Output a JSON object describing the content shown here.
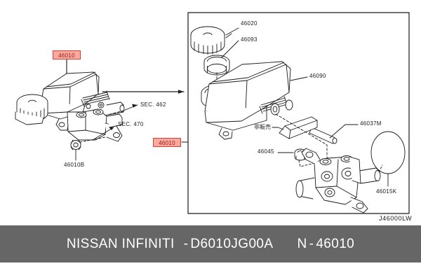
{
  "document": {
    "type": "parts-diagram",
    "drawing_code": "J46000LW",
    "background_color": "#ffffff"
  },
  "left_assembly": {
    "tag_main": "46010",
    "tag_section": "46010",
    "callouts": [
      {
        "id": "sec462",
        "label": "SEC. 462"
      },
      {
        "id": "sec470",
        "label": "SEC. 470"
      },
      {
        "id": "nut",
        "label": "46010B"
      }
    ]
  },
  "right_panel": {
    "callouts": [
      {
        "id": "cap",
        "label": "46020"
      },
      {
        "id": "seal",
        "label": "46093"
      },
      {
        "id": "reservoir",
        "label": "46090"
      },
      {
        "id": "pin",
        "label": "46037M"
      },
      {
        "id": "not-for-sale",
        "label": "非販売"
      },
      {
        "id": "grommet",
        "label": "46045"
      },
      {
        "id": "oring",
        "label": "46015K"
      }
    ]
  },
  "banner": {
    "brand": "NISSAN  INFINITI",
    "separator": "-",
    "part_number": "D6010JG00A",
    "ref_prefix": "N",
    "ref_separator": "-",
    "ref_number": "46010",
    "background_color": "#666666",
    "text_color": "#ffffff"
  },
  "theme": {
    "tag_fill": "#ffa9a0",
    "tag_border": "#d94030",
    "tag_text": "#8e1c10",
    "line_color": "#1a1a1a"
  }
}
